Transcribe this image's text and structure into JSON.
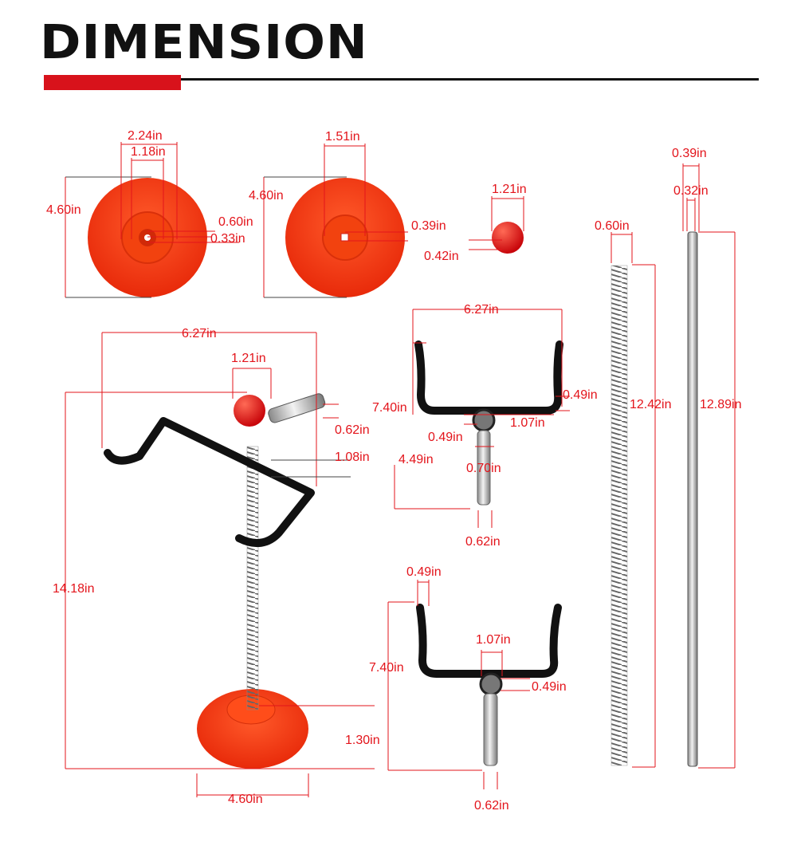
{
  "header": {
    "title": "DIMENSION"
  },
  "colors": {
    "accent": "#d8121b",
    "dimension_text": "#e3141b",
    "base_part": "#f03a10",
    "hook": "#111111",
    "metal": "#c8c8c8"
  },
  "parts": {
    "base_large": {
      "width": "4.60in",
      "d1": "2.24in",
      "d2": "1.18in",
      "d3": "0.60in",
      "d4": "0.33in"
    },
    "base_small": {
      "width": "4.60in",
      "d1": "1.51in",
      "d2": "0.39in"
    },
    "ball": {
      "d1": "1.21in",
      "d2": "0.42in"
    },
    "spring": {
      "d1": "0.60in",
      "length": "12.42in"
    },
    "rod": {
      "d1": "0.39in",
      "d2": "0.32in",
      "length": "12.89in"
    },
    "assembly": {
      "width": "6.27in",
      "ball": "1.21in",
      "handle": "0.62in",
      "handle2": "1.08in",
      "height": "14.18in",
      "base": "4.60in"
    },
    "hook_a": {
      "width": "6.27in",
      "height": "7.40in",
      "d1": "0.49in",
      "d2": "1.07in",
      "d3": "0.49in",
      "d4": "4.49in",
      "d5": "0.70in",
      "d6": "0.62in"
    },
    "hook_b": {
      "d1": "0.49in",
      "height": "7.40in",
      "d2": "1.07in",
      "d3": "0.49in",
      "d4": "1.30in",
      "d5": "0.62in"
    }
  }
}
